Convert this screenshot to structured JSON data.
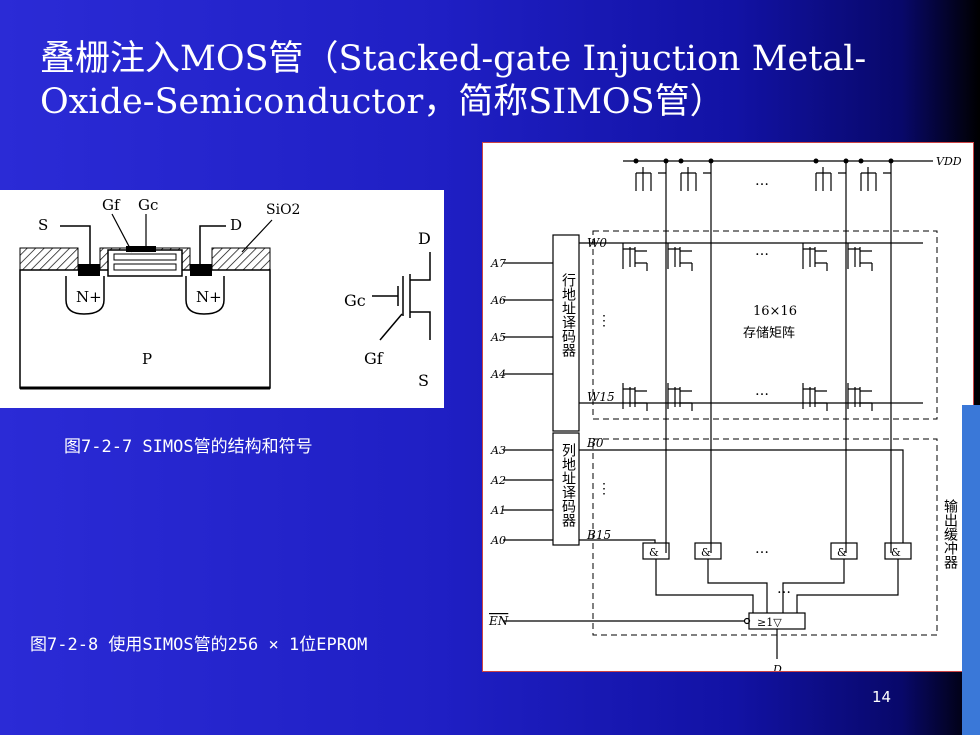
{
  "slide": {
    "title": "叠栅注入MOS管（Stacked-gate Injuction Metal-Oxide-Semiconductor，简称SIMOS管）",
    "page_number": "14"
  },
  "figure1": {
    "caption": "图7-2-7  SIMOS管的结构和符号",
    "labels": {
      "s": "S",
      "gf": "Gf",
      "gc": "Gc",
      "d": "D",
      "sio2": "SiO2",
      "n1": "N+",
      "n2": "N+",
      "p": "P",
      "sym_d": "D",
      "sym_gc": "Gc",
      "sym_gf": "Gf",
      "sym_s": "S"
    }
  },
  "figure2": {
    "caption": "图7-2-8 使用SIMOS管的256 × 1位EPROM",
    "vdd": "VDD",
    "row_decoder": "行地址译码器",
    "col_decoder": "列地址译码器",
    "matrix_size": "16×16",
    "matrix_name": "存储矩阵",
    "output_buffer": "输出缓冲器",
    "row_inputs": [
      "A7",
      "A6",
      "A5",
      "A4"
    ],
    "col_inputs": [
      "A3",
      "A2",
      "A1",
      "A0"
    ],
    "w_top": "W0",
    "w_bottom": "W15",
    "b_top": "B0",
    "b_bottom": "B15",
    "and_gate": "&",
    "or_gate": "≥1▽",
    "en": "EN",
    "d_out": "D",
    "ellipsis": "…",
    "vdots": "⋮"
  }
}
